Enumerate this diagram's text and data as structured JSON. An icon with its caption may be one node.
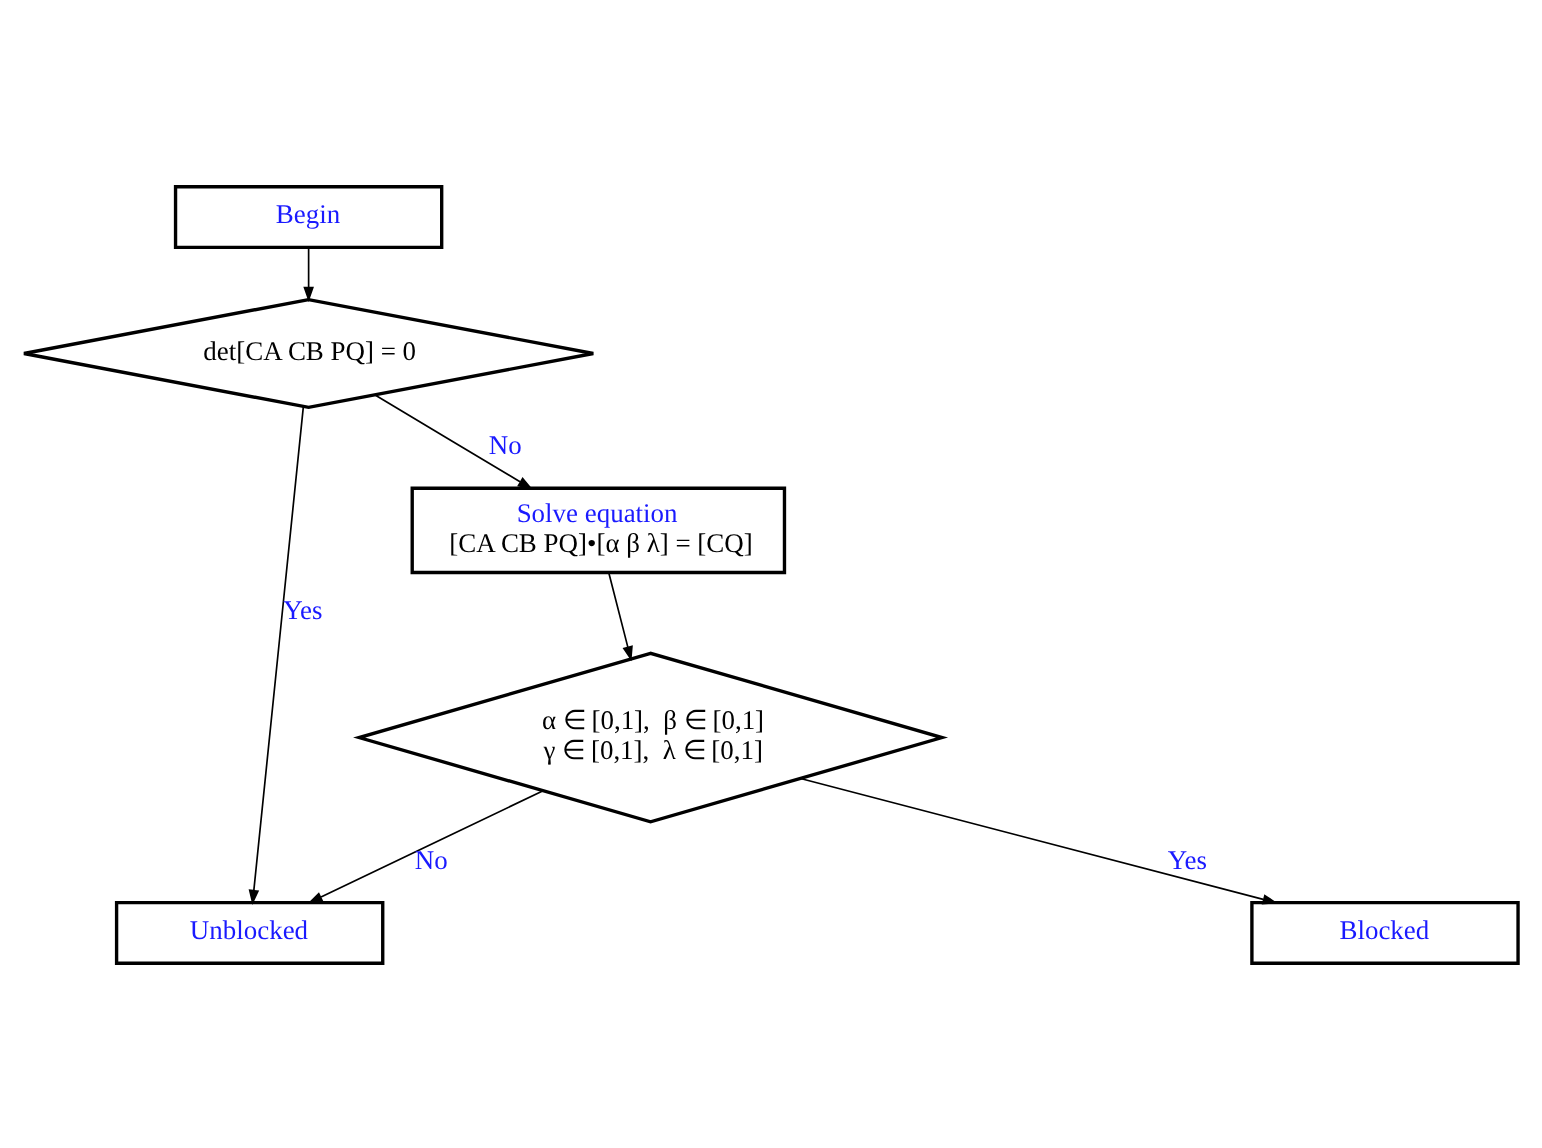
{
  "diagram": {
    "nodes": [
      {
        "text": [
          "Begin"
        ]
      },
      {
        "text": [
          "det[CA CB PQ] = 0"
        ]
      },
      {
        "text": [
          "Solve equation",
          "[CA CB PQ]•[α β λ] = [CQ]"
        ]
      },
      {
        "text": [
          "α ∈ [0,1],  β ∈ [0,1]",
          "γ ∈ [0,1],  λ ∈ [0,1]"
        ]
      },
      {
        "text": [
          "Unblocked"
        ]
      },
      {
        "text": [
          "Blocked"
        ]
      }
    ],
    "edges": [
      {
        "from": 0,
        "to": 1,
        "arrow": "to"
      },
      {
        "from": 1,
        "to": 4,
        "label": "Yes",
        "arrow": "to"
      },
      {
        "from": 1,
        "to": 2,
        "label": "No",
        "arrow": "to"
      },
      {
        "from": 2,
        "to": 3,
        "arrow": "to"
      },
      {
        "from": 3,
        "to": 4,
        "label": "No",
        "arrow": "to"
      },
      {
        "from": 3,
        "to": 5,
        "label": "Yes",
        "arrow": "to"
      }
    ]
  }
}
